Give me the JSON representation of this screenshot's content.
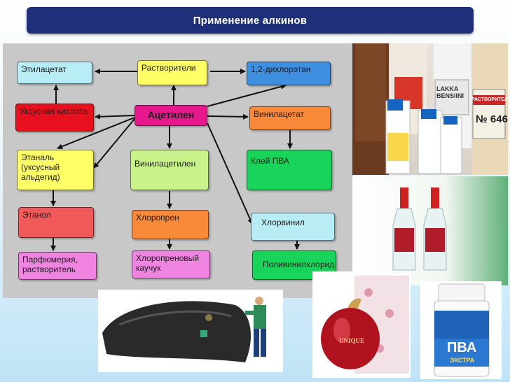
{
  "title": "Применение алкинов",
  "nodes": {
    "ethylacetate": "Этилацетат",
    "solvents": "Растворители",
    "dichloroethane": "1,2-дихлорэтан",
    "acetic_acid": "Уксусная кислота",
    "acetylene": "Ацетилен",
    "vinylacetate": "Винилацетат",
    "ethanal": "Этаналь (уксусный альдегид)",
    "vinylacetylene": "Винилацетилен",
    "pva_glue": "Клей ПВА",
    "ethanol": "Этанол",
    "chloroprene": "Хлоропрен",
    "vinyl_chloride": "Хлорвинил",
    "perfumery": "Парфюмерия, растворитель",
    "chloroprene_rubber": "Хлоропреновый каучук",
    "polyvinyl_chloride": "Поливинилхлорид"
  },
  "photo_labels": {
    "bottle_lakka": "LAKKA BENSIINI",
    "bottle_solvent": "РАСТВОРИТЕЛЬ",
    "bottle_number": "№ 646",
    "perfume_brand": "UNIQUE",
    "glue_label": "ПВА",
    "glue_sub": "ЭКСТРА"
  },
  "colors": {
    "title_bg": "#1f2f7a",
    "panel_bg": "#c8c8c8",
    "cyan": "#b9edf5",
    "yellow": "#ffff66",
    "blue": "#3f8fe0",
    "red": "#e8101e",
    "magenta": "#e6188c",
    "orange": "#f88a3a",
    "light_green": "#c9f28a",
    "green": "#19d45a",
    "coral": "#f05a5a",
    "pink": "#ef85e0"
  }
}
